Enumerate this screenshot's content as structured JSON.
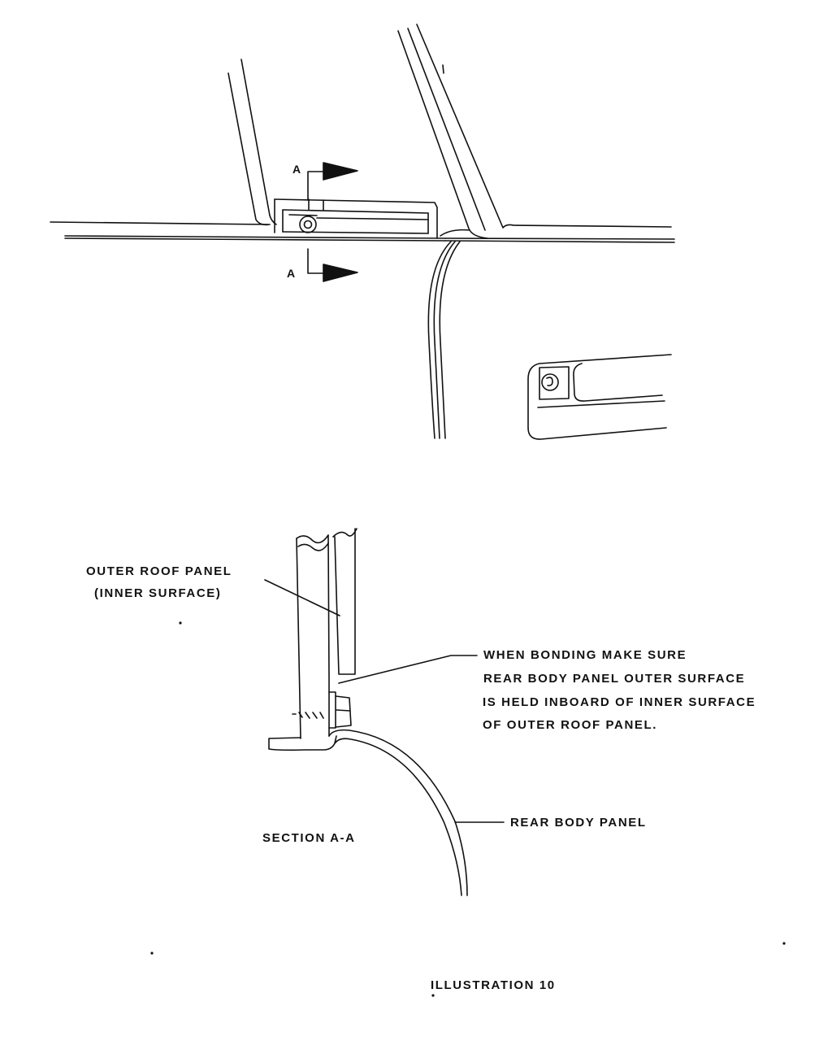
{
  "section_marker_top": "A",
  "section_marker_bottom": "A",
  "labels": {
    "outer_roof_panel_line1": "OUTER ROOF PANEL",
    "outer_roof_panel_line2": "(INNER SURFACE)",
    "note_line1": "WHEN BONDING MAKE SURE",
    "note_line2": "REAR BODY PANEL OUTER SURFACE",
    "note_line3": "IS HELD INBOARD OF INNER SURFACE",
    "note_line4": "OF OUTER ROOF PANEL.",
    "rear_body_panel": "REAR BODY PANEL",
    "section_title": "SECTION A-A",
    "illustration_title": "ILLUSTRATION 10"
  },
  "colors": {
    "ink": "#111111",
    "paper": "#ffffff"
  }
}
